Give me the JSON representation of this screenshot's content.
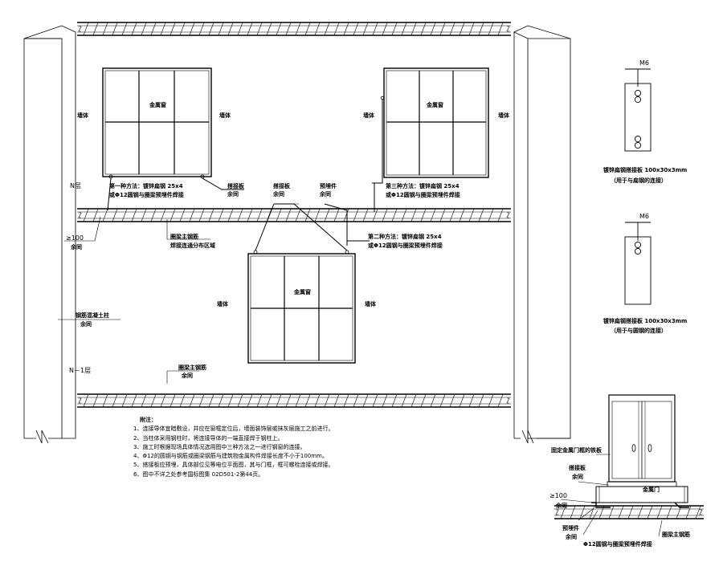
{
  "labels": {
    "metal_window": "金属窗",
    "wall": "墙体",
    "floor_n": "N层",
    "floor_n1": "N－1层",
    "method1_line1": "第一种方法：镀锌扁钢 25x4",
    "method1_line2": "或Φ12圆钢与圈梁预埋件焊接",
    "method2_line1": "第二种方法：镀锌扁钢 25x4",
    "method2_line2": "或Φ12圆钢与圈梁预埋件焊接",
    "method3_line1": "第三种方法：镀锌扁钢 25x4",
    "method3_line2": "或Φ12圆钢与圈梁预埋件焊接",
    "connect_plate": "搭接板",
    "same_as_above": "余同",
    "embedded_part": "预埋件",
    "ring_beam_rebar": "圈梁主钢筋",
    "weld_note": "焊接连通分布区域",
    "dim_100": "≥100",
    "rc_column": "钢筋混凝土柱",
    "m6": "M6",
    "plate_spec": "镀锌扁钢搭接板 100x30x3mm",
    "plate_use1": "（用于与扁钢的连接）",
    "plate_use2": "（用于与圆钢的连接）",
    "door_frame_fix": "固定金属门框的铁板",
    "metal_door": "金属门",
    "door_weld": "Φ12圆钢与圈梁预埋件焊接"
  },
  "notes": {
    "title": "附注：",
    "items": [
      "1、连接导体宜暗敷设，并应在窗框定位后，墙面装饰层或抹灰层施工之前进行。",
      "2、当柱体采用钢柱时，将连接导体的一端直接焊于钢柱上。",
      "3、施工时根据现场具体情况选用图中三种方法之一进行钢窗的连接。",
      "4、Φ12的圆钢与钢筋或圈梁钢筋与建筑物金属构件焊接长度不小于100mm。",
      "5、搭接板应预埋，具体部位见等电位平面图，其与门框，框可螺栓连接或焊接。",
      "6、图中不详之处参考国标图集 02D501-2第44页。"
    ]
  }
}
